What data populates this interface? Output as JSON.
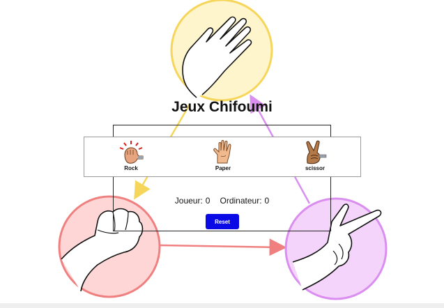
{
  "title": "Jeux Chifoumi",
  "choices": [
    {
      "id": "rock",
      "label": "Rock",
      "icon": "rock-hand-icon"
    },
    {
      "id": "paper",
      "label": "Paper",
      "icon": "paper-hand-icon"
    },
    {
      "id": "scissor",
      "label": "scissor",
      "icon": "scissor-hand-icon"
    }
  ],
  "score": {
    "player_label": "Joueur:",
    "player_value": "0",
    "computer_label": "Ordinateur:",
    "computer_value": "0"
  },
  "reset_label": "Reset",
  "colors": {
    "paper_circle": "#fff5cc",
    "paper_border": "#f5d65a",
    "rock_circle": "#ffd6d6",
    "rock_border": "#f08080",
    "scissor_circle": "#f4d4fa",
    "scissor_border": "#d98ef0",
    "arrow_yellow": "#f5d65a",
    "arrow_red": "#f08080",
    "arrow_violet": "#d98ef0",
    "reset_button": "#0a0ae6"
  }
}
